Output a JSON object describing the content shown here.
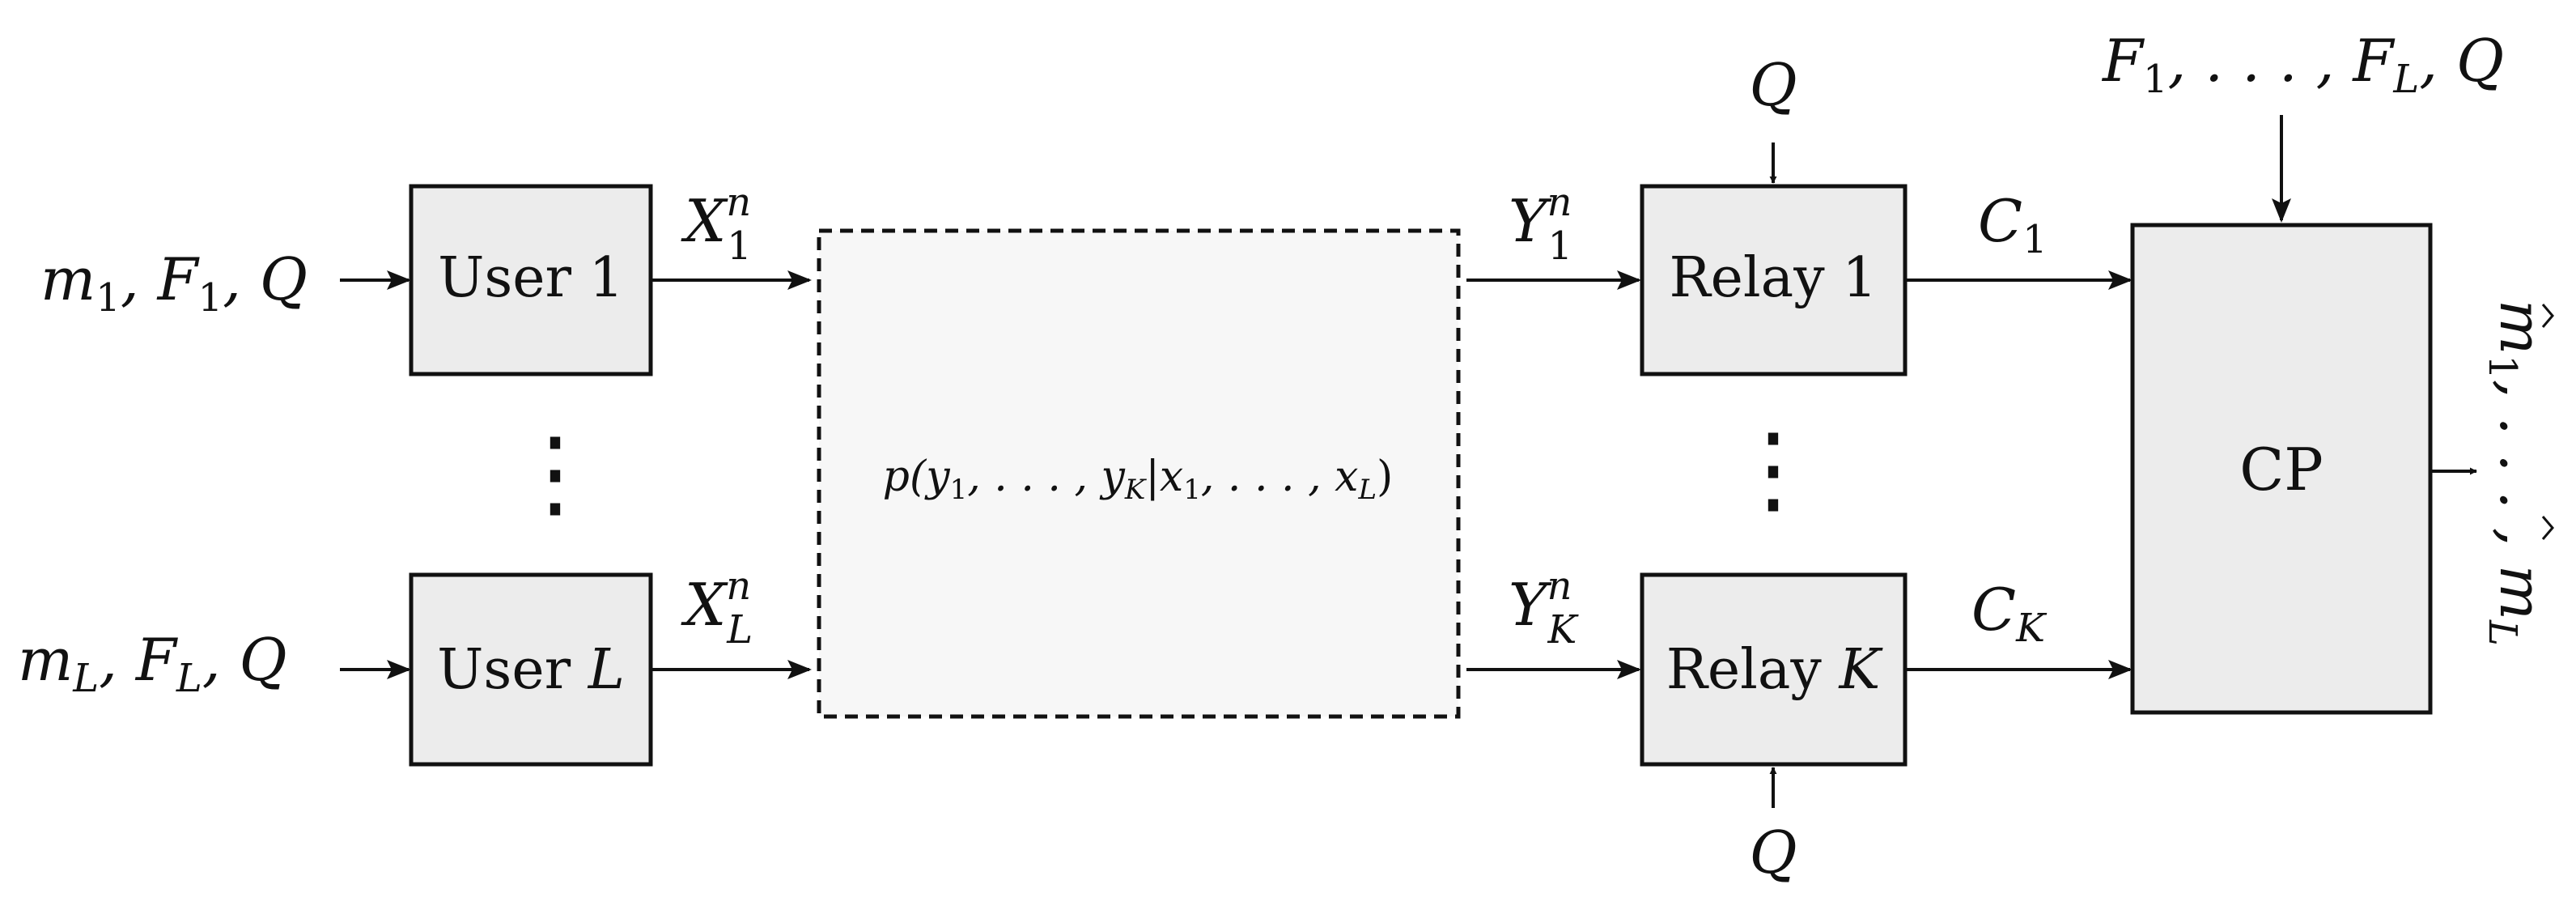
{
  "diagram": {
    "inputs": {
      "user1": {
        "main": "m",
        "sub": "1",
        "rest1": ", F",
        "sub2": "1",
        "rest2": ", Q"
      },
      "userL": {
        "main": "m",
        "sub": "L",
        "rest1": ", F",
        "sub2": "L",
        "rest2": ", Q"
      }
    },
    "users": {
      "user1": {
        "label": "User 1"
      },
      "userL": {
        "label_prefix": "User ",
        "label_var": "L"
      }
    },
    "channel_inputs": {
      "x1": {
        "base": "X",
        "sub": "1",
        "sup": "n"
      },
      "xL": {
        "base": "X",
        "sub": "L",
        "sup": "n"
      }
    },
    "channel": {
      "label_p": "p(y",
      "label_s1": "1",
      "label_mid1": ", . . . , y",
      "label_sK": "K",
      "label_bar": "|x",
      "label_s2": "1",
      "label_mid2": ", . . . , x",
      "label_sL": "L",
      "label_end": ")"
    },
    "channel_outputs": {
      "y1": {
        "base": "Y",
        "sub": "1",
        "sup": "n"
      },
      "yK": {
        "base": "Y",
        "sub": "K",
        "sup": "n"
      }
    },
    "relays": {
      "relay1": {
        "label": "Relay 1"
      },
      "relayK": {
        "label_prefix": "Relay ",
        "label_var": "K"
      },
      "q_top": "Q",
      "q_bottom": "Q"
    },
    "links": {
      "c1": {
        "base": "C",
        "sub": "1"
      },
      "cK": {
        "base": "C",
        "sub": "K"
      }
    },
    "cp": {
      "label": "CP",
      "side_input": {
        "a": "F",
        "a_sub": "1",
        "mid": ", . . . , F",
        "b_sub": "L",
        "end": ", Q"
      },
      "output": {
        "a": "m",
        "a_sub": "1",
        "mid": ", . . . , ",
        "b": "m",
        "b_sub": "L"
      }
    },
    "dots": "⋮"
  }
}
